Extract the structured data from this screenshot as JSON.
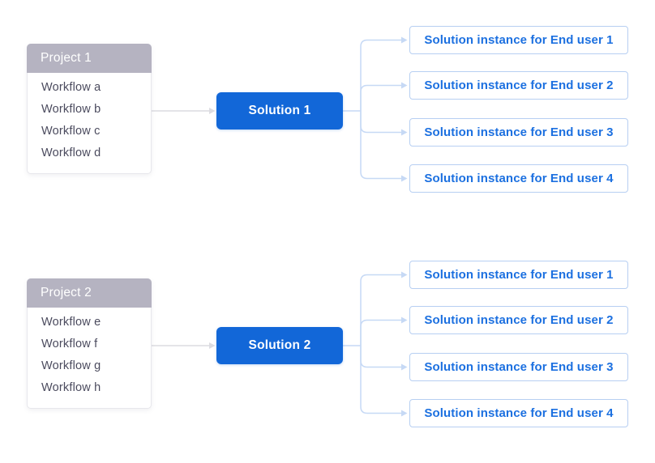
{
  "colors": {
    "accent_blue": "#1267d8",
    "instance_text": "#1c70e0",
    "instance_border": "#b7cff2",
    "connector_blue": "#c6d9f5",
    "connector_gray": "#dcdce1",
    "project_header_bg": "#b5b3c1",
    "project_header_text": "#ffffff",
    "workflow_text": "#4b4b5e",
    "page_bg": "#ffffff"
  },
  "sections": [
    {
      "project": {
        "title": "Project 1",
        "workflows": [
          "Workflow a",
          "Workflow b",
          "Workflow c",
          "Workflow d"
        ]
      },
      "solution": "Solution 1",
      "instances": [
        "Solution instance for End user 1",
        "Solution instance for End user 2",
        "Solution instance for End user 3",
        "Solution instance for End user 4"
      ]
    },
    {
      "project": {
        "title": "Project 2",
        "workflows": [
          "Workflow e",
          "Workflow f",
          "Workflow g",
          "Workflow h"
        ]
      },
      "solution": "Solution 2",
      "instances": [
        "Solution instance for End user 1",
        "Solution instance for End user 2",
        "Solution instance for End user 3",
        "Solution instance for End user 4"
      ]
    }
  ]
}
